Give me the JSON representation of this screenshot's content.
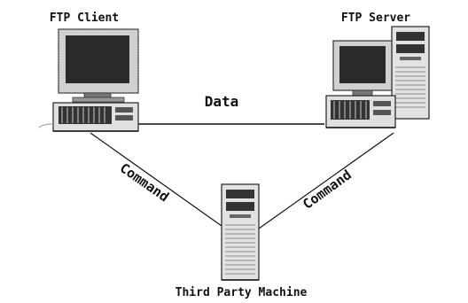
{
  "nodes": {
    "client": {
      "label": "FTP Client"
    },
    "server": {
      "label": "FTP Server"
    },
    "third_party": {
      "label": "Third Party Machine"
    }
  },
  "edges": {
    "data": {
      "label": "Data"
    },
    "command_left": {
      "label": "Command"
    },
    "command_right": {
      "label": "Command"
    }
  },
  "colors": {
    "line": "#111111",
    "dark": "#222222",
    "mid": "#6a6a6a",
    "light": "#bdbdbd",
    "screen": "#2a2a2a"
  }
}
